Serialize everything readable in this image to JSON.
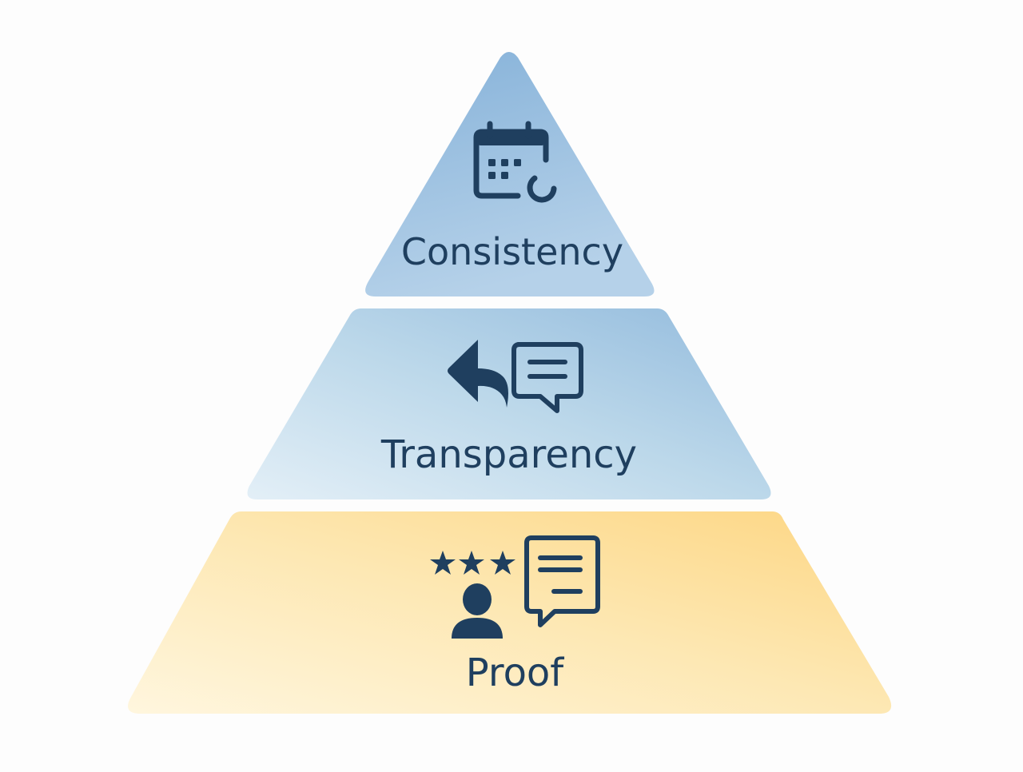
{
  "diagram": {
    "type": "pyramid",
    "tiers": [
      {
        "position": "top",
        "label": "Consistency",
        "icon": "calendar-refresh-icon",
        "fill_start": "#8db6db",
        "fill_end": "#b3d0e8"
      },
      {
        "position": "middle",
        "label": "Transparency",
        "icon": "reply-message-icon",
        "fill_start": "#e0eef6",
        "fill_end": "#9fc3e0"
      },
      {
        "position": "bottom",
        "label": "Proof",
        "icon": "rating-review-icon",
        "fill_start": "#fff5dc",
        "fill_end": "#fdd88a"
      }
    ],
    "icon_color": "#1f3f5f",
    "background": "#fdfdfd"
  }
}
